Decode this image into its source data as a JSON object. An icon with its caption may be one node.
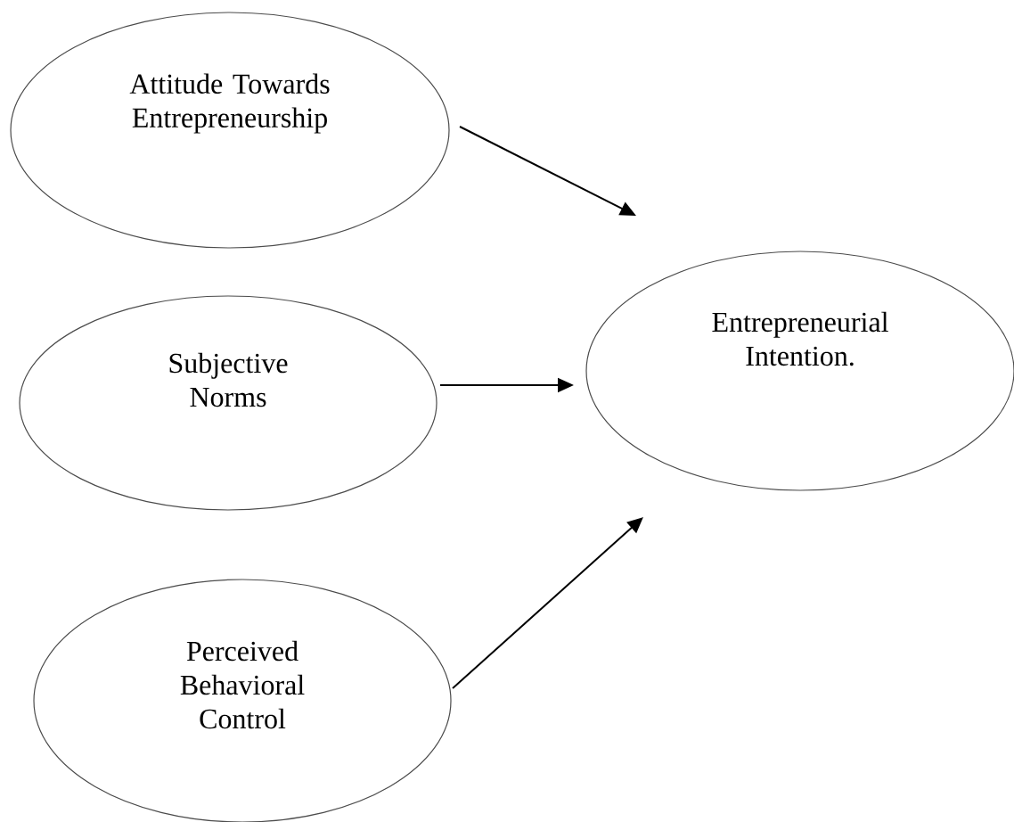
{
  "diagram": {
    "nodes": [
      {
        "text": [
          "Attitude Towards Entrepreneurship"
        ]
      },
      {
        "text": [
          "Subjective Norms"
        ]
      },
      {
        "text": [
          "Perceived Behavioral Control"
        ]
      },
      {
        "text": [
          "Entrepreneurial Intention."
        ]
      }
    ],
    "edges": [
      {
        "from": 0,
        "to": 3,
        "arrow": "to"
      },
      {
        "from": 1,
        "to": 3,
        "arrow": "to"
      },
      {
        "from": 2,
        "to": 3,
        "arrow": "to"
      }
    ]
  }
}
